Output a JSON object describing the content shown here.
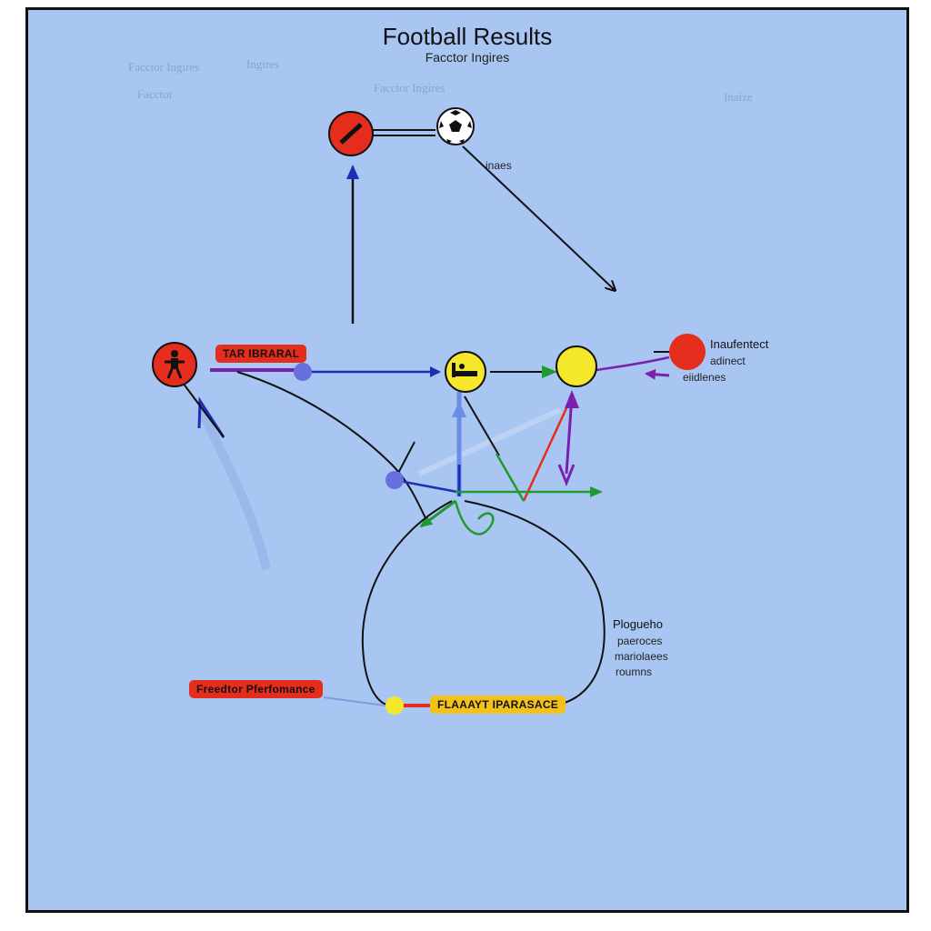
{
  "title": "Football  Results",
  "subtitle": "Facctor Ingires",
  "ghost_labels": [
    "Facctor Ingires",
    "Ingires",
    "Facctor Ingires",
    "Inaize",
    "Facctor"
  ],
  "edge_note": "inaes",
  "tags": {
    "top_left": "TAR IBRARAL",
    "bottom_left": "Freedtor Pferfomance",
    "bottom_center": "FLAAAYT IPARASACE"
  },
  "right_labels": {
    "line1": "Inaufentect",
    "line2": "adinect",
    "line3": "eiidlenes"
  },
  "loop_labels": {
    "line1": "Plogueho",
    "line2": "paeroces",
    "line3": "mariolaees",
    "line4": "roumns"
  },
  "colors": {
    "background": "#a9c6f2",
    "red": "#e52d1d",
    "yellow": "#f5e72a",
    "blue": "#1d2fb5",
    "green": "#1f9a2e",
    "purple": "#7a1fb0",
    "node_blue": "#6a6fe0"
  },
  "icons": [
    "no-entry-icon",
    "soccer-ball-icon",
    "player-icon",
    "player-bed-icon"
  ]
}
